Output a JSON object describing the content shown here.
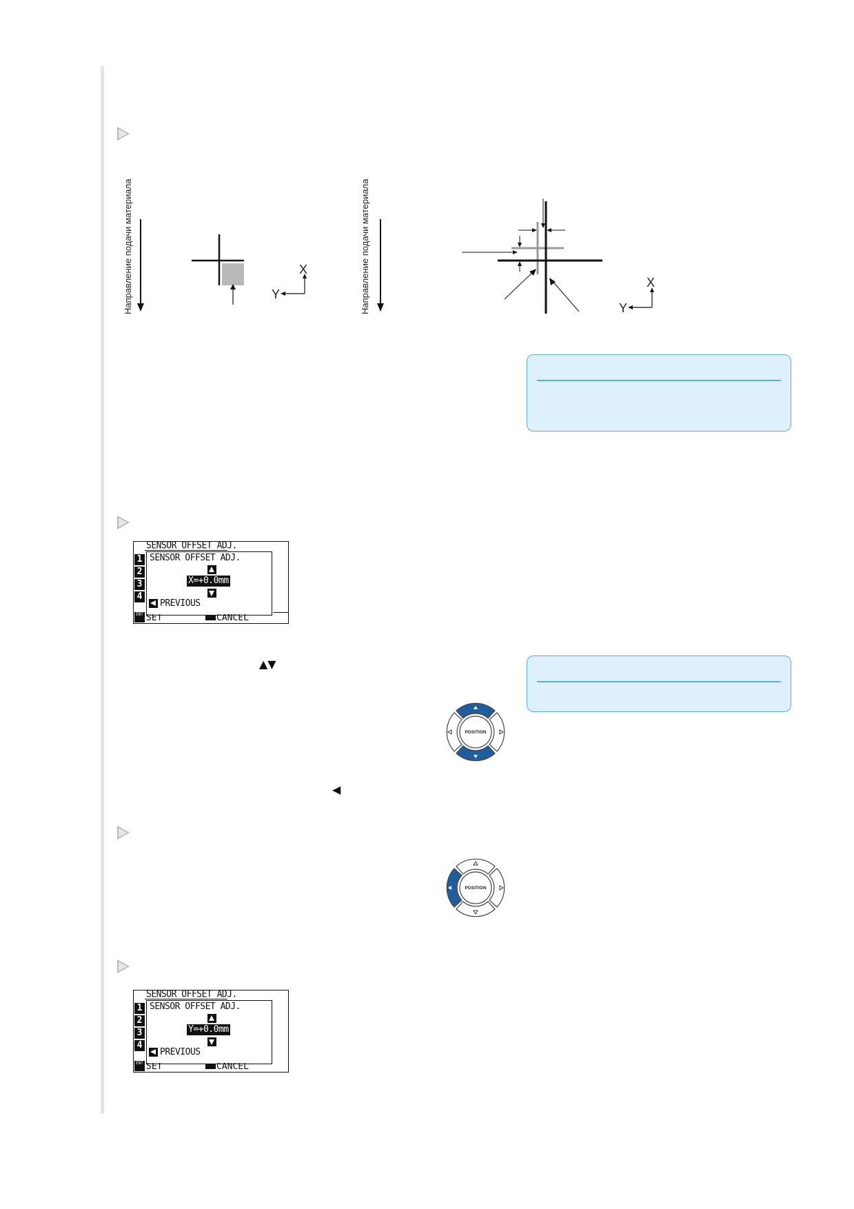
{
  "diagram_left": {
    "feed_label": "Направление подачи материала",
    "x_axis": "X",
    "y_axis": "Y"
  },
  "diagram_right": {
    "feed_label": "Направление подачи материала",
    "x_axis": "X",
    "y_axis": "Y"
  },
  "lcd_x": {
    "top_title": "SENSOR OFFSET ADJ.",
    "numbers": [
      "1",
      "2",
      "3",
      "4"
    ],
    "panel_title": "SENSOR OFFSET ADJ.",
    "value": "X=+0.0mm",
    "previous": "PREVIOUS",
    "ent_label": "ENT",
    "bottom_left": "SET",
    "bottom_right": "CANCEL"
  },
  "lcd_y": {
    "top_title": "SENSOR OFFSET ADJ.",
    "numbers": [
      "1",
      "2",
      "3",
      "4"
    ],
    "panel_title": "SENSOR OFFSET ADJ.",
    "value": "Y=+0.0mm",
    "previous": "PREVIOUS",
    "ent_label": "ENT",
    "bottom_left": "SET",
    "bottom_right": "CANCEL"
  },
  "inline_glyphs": {
    "up_down": "▲▼",
    "left": "◀"
  },
  "position_pad_1": {
    "label": "POSITION",
    "pressed": [
      "up",
      "down"
    ]
  },
  "position_pad_2": {
    "label": "POSITION",
    "pressed": [
      "left"
    ]
  },
  "colors": {
    "accent_blue": "#1f5e9e",
    "note_border": "#5ab0c9",
    "note_fill": "#ddf0fb",
    "margin_bar": "#dfe3f2"
  }
}
